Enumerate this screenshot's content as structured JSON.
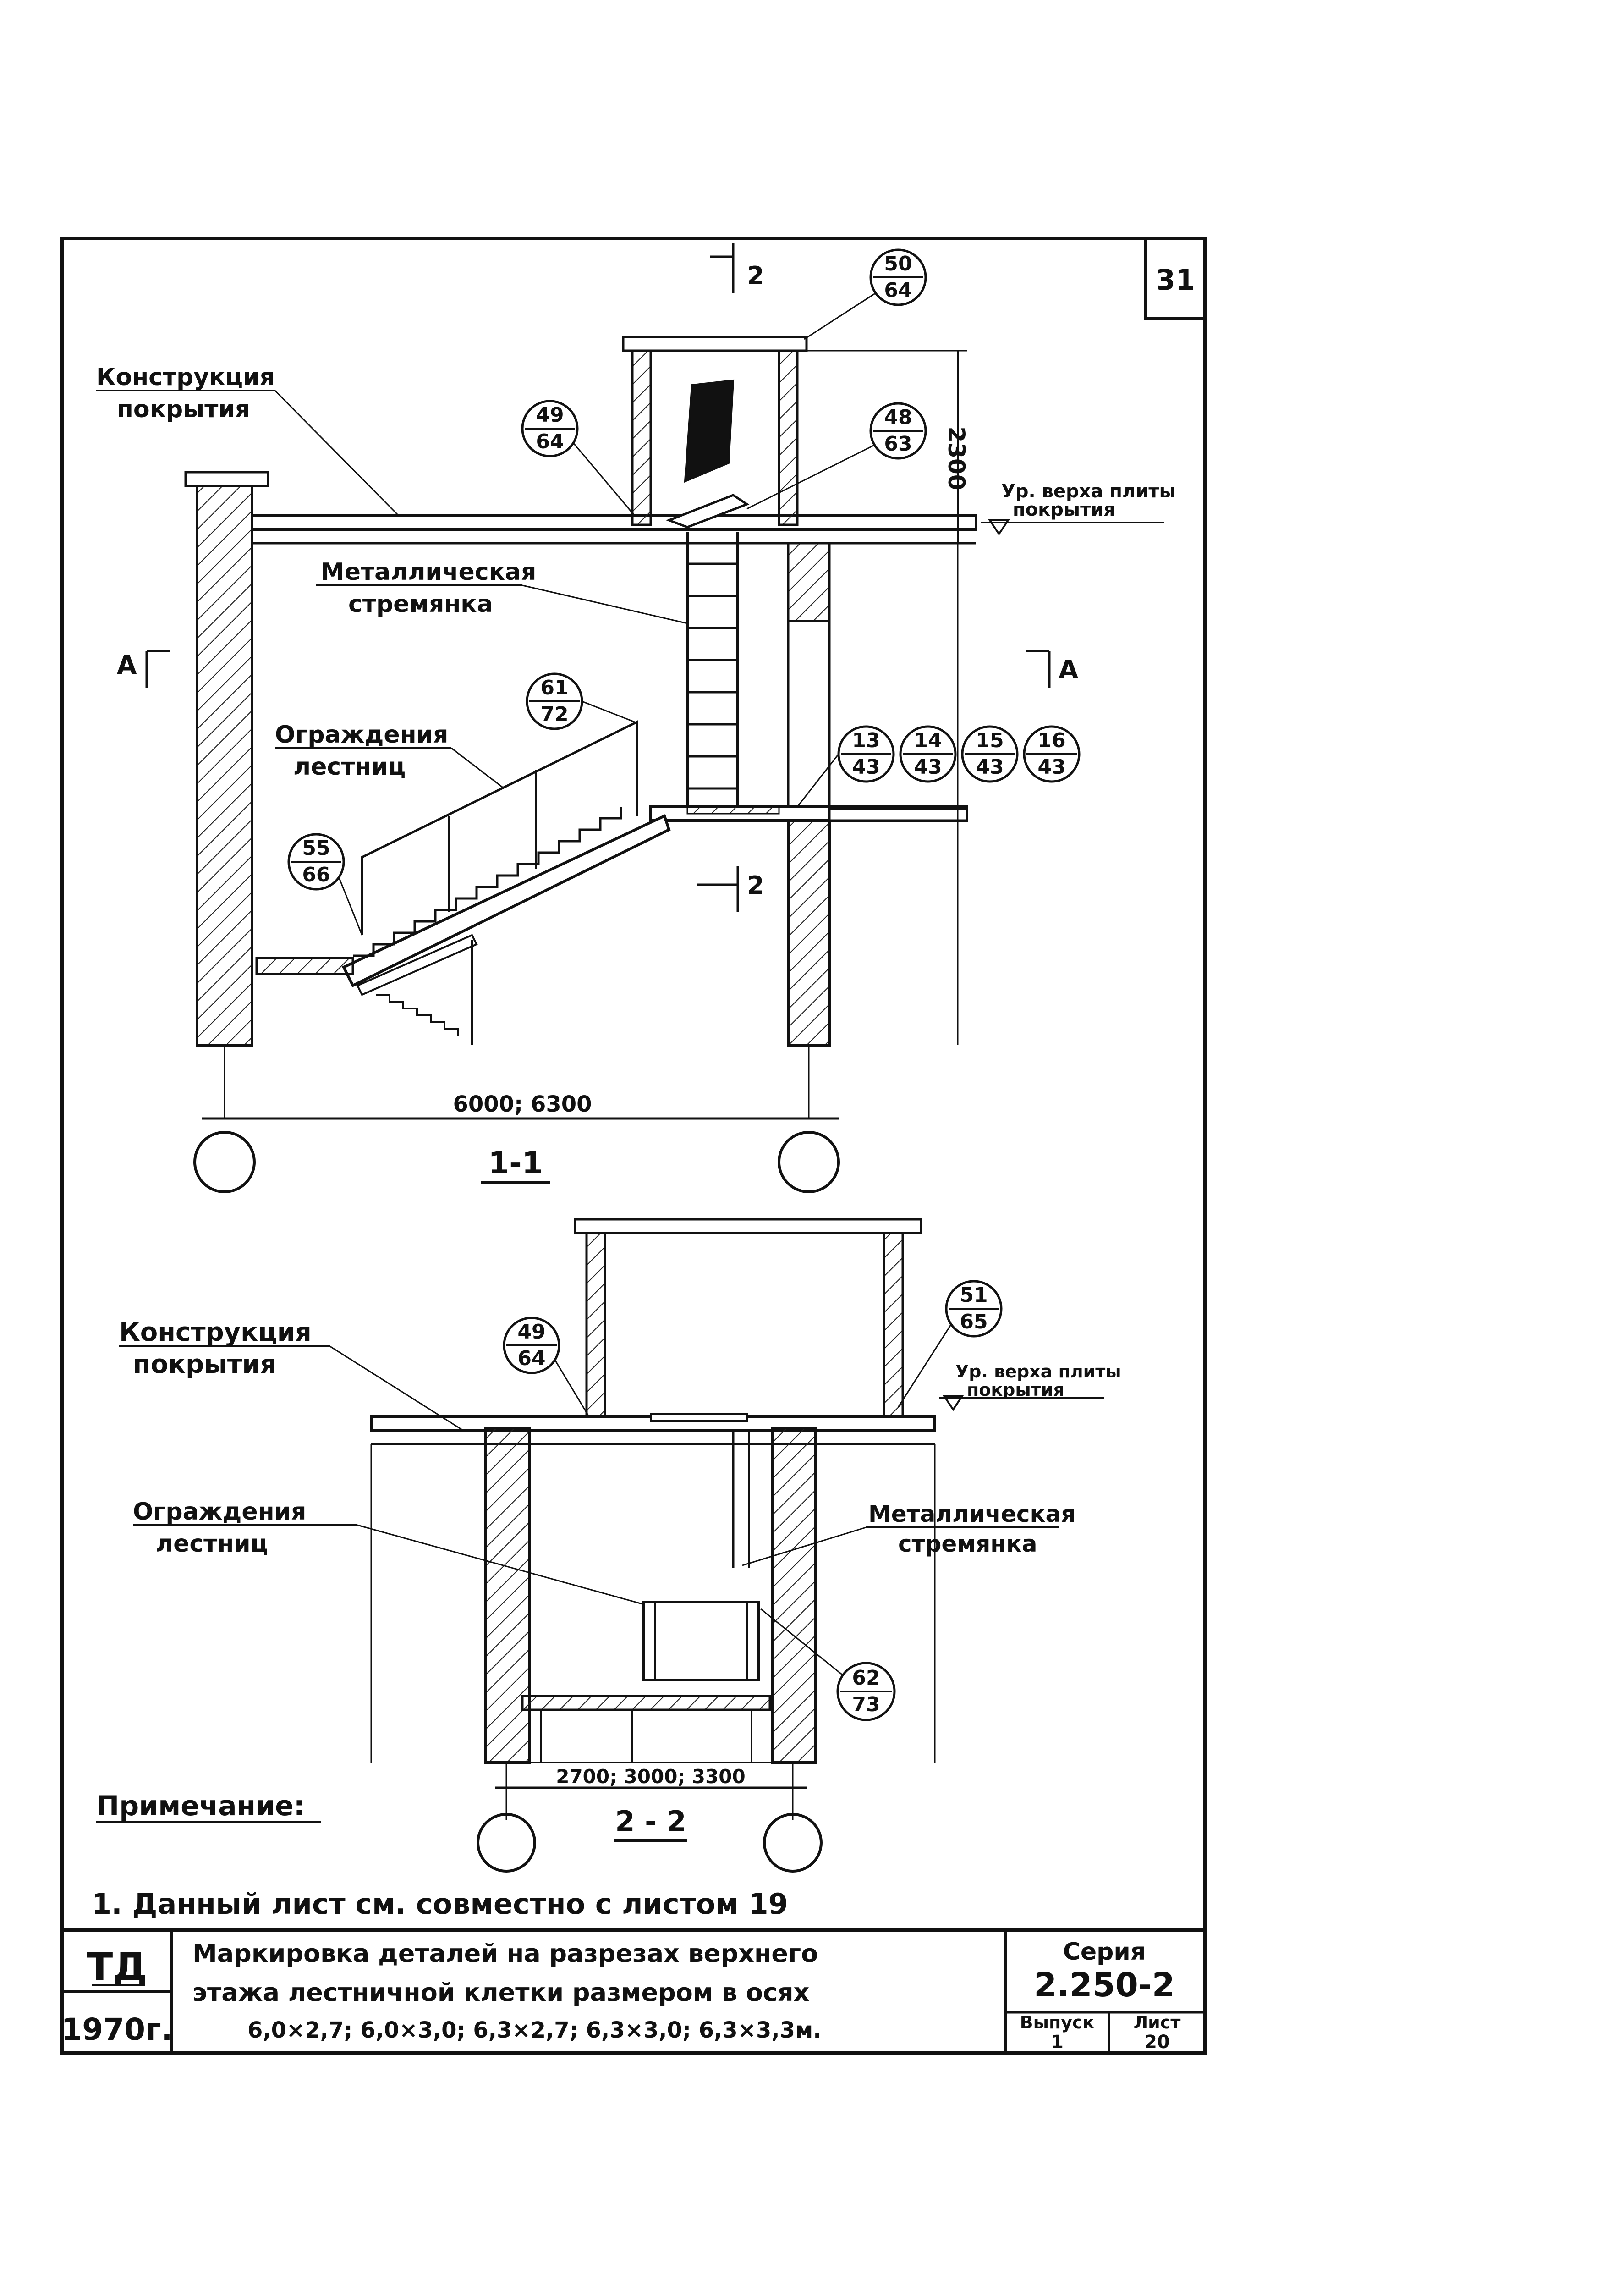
{
  "sheet_number": "31",
  "section_1_1": {
    "title": "1-1",
    "cut_mark_2_top": "2",
    "cut_mark_2_mid": "2",
    "cut_mark_a_left": "А",
    "cut_mark_a_right": "А",
    "label_roof": [
      "Конструкция",
      "покрытия"
    ],
    "label_ladder": [
      "Металлическая",
      "стремянка"
    ],
    "label_railing": [
      "Ограждения",
      "лестниц"
    ],
    "label_level": [
      "Ур. верха плиты",
      "покрытия"
    ],
    "dim_height": "2300",
    "dim_span": "6000; 6300",
    "callouts": [
      {
        "top": "50",
        "bottom": "64"
      },
      {
        "top": "49",
        "bottom": "64"
      },
      {
        "top": "48",
        "bottom": "63"
      },
      {
        "top": "61",
        "bottom": "72"
      },
      {
        "top": "55",
        "bottom": "66"
      },
      {
        "top": "13",
        "bottom": "43"
      },
      {
        "top": "14",
        "bottom": "43"
      },
      {
        "top": "15",
        "bottom": "43"
      },
      {
        "top": "16",
        "bottom": "43"
      }
    ]
  },
  "section_2_2": {
    "title": "2 - 2",
    "label_roof": [
      "Конструкция",
      "покрытия"
    ],
    "label_railing": [
      "Ограждения",
      "лестниц"
    ],
    "label_ladder": [
      "Металлическая",
      "стремянка"
    ],
    "label_level": [
      "Ур. верха плиты",
      "покрытия"
    ],
    "dim_span": "2700; 3000; 3300",
    "callouts": [
      {
        "top": "49",
        "bottom": "64"
      },
      {
        "top": "51",
        "bottom": "65"
      },
      {
        "top": "62",
        "bottom": "73"
      }
    ]
  },
  "note": {
    "heading": "Примечание:",
    "items": [
      "1. Данный лист см. совместно с листом 19"
    ]
  },
  "title_block": {
    "org": "ТД",
    "year": "1970г.",
    "title_lines": [
      "Маркировка деталей на разрезах верхнего",
      "этажа лестничной клетки размером в осях",
      "6,0×2,7;  6,0×3,0;  6,3×2,7;  6,3×3,0;  6,3×3,3м."
    ],
    "series_label": "Серия",
    "series_value": "2.250-2",
    "issue_label": "Выпуск",
    "issue_value": "1",
    "sheet_label": "Лист",
    "sheet_value": "20"
  }
}
